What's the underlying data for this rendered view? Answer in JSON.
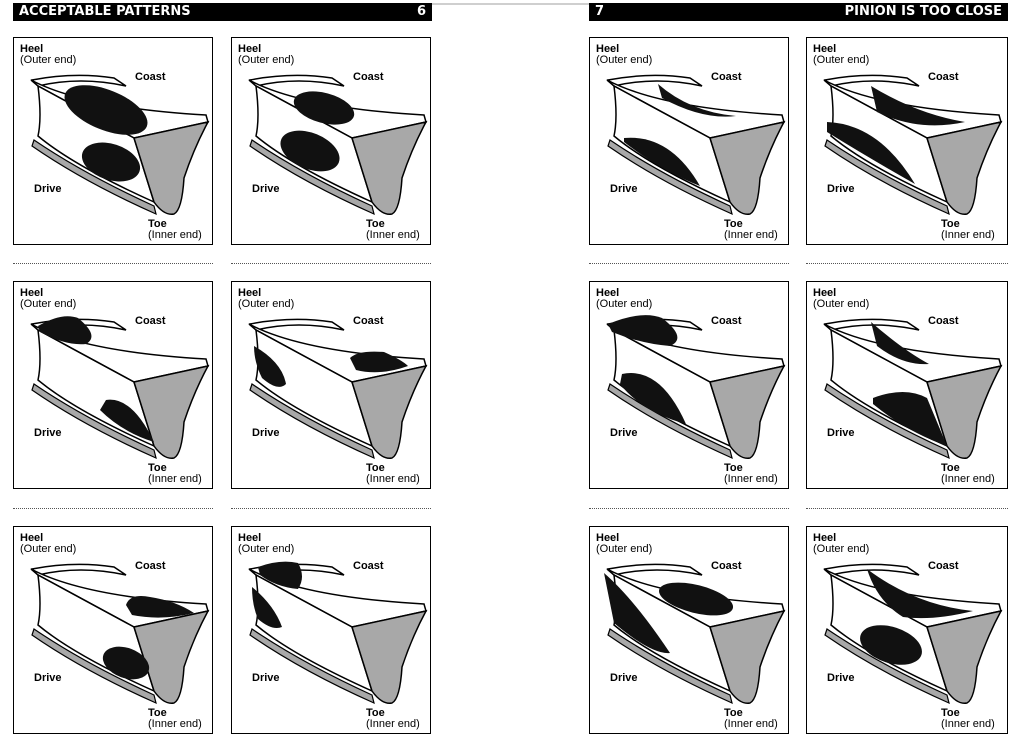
{
  "left_page": {
    "title": "ACCEPTABLE PATTERNS",
    "page_number": "6"
  },
  "right_page": {
    "title": "PINION IS TOO CLOSE",
    "page_number": "7"
  },
  "labels": {
    "heel": "Heel",
    "outer": "(Outer end)",
    "coast": "Coast",
    "drive": "Drive",
    "toe": "Toe",
    "inner": "(Inner end)"
  },
  "colors": {
    "header_bg": "#000000",
    "header_text": "#ffffff",
    "contact_fill": "#111111",
    "tooth_side": "#a8a8a8"
  }
}
